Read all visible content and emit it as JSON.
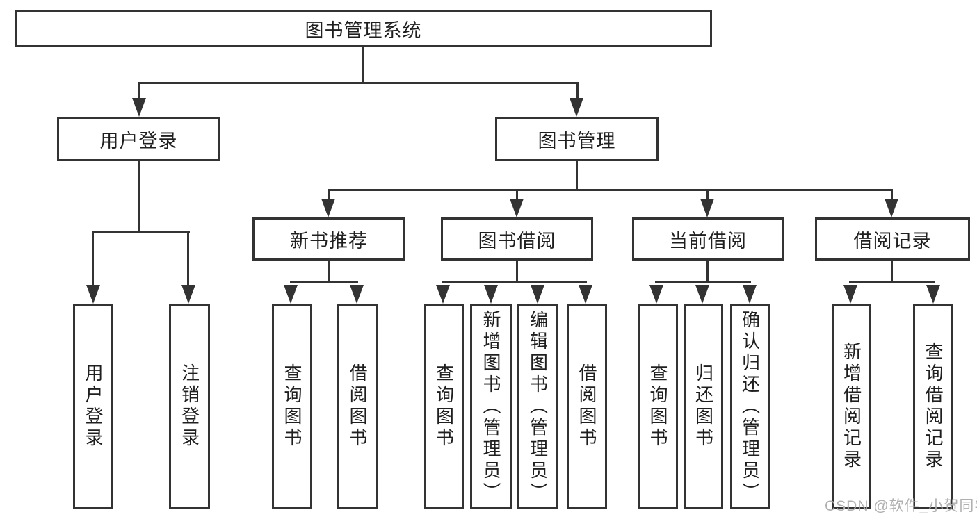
{
  "diagram": {
    "type": "hierarchy-tree",
    "tree": {
      "root": {
        "label": "图书管理系统",
        "children": [
          {
            "label": "用户登录",
            "children": [
              {
                "label": "用户登录"
              },
              {
                "label": "注销登录"
              }
            ]
          },
          {
            "label": "图书管理",
            "children": [
              {
                "label": "新书推荐",
                "children": [
                  {
                    "label": "查询图书"
                  },
                  {
                    "label": "借阅图书"
                  }
                ]
              },
              {
                "label": "图书借阅",
                "children": [
                  {
                    "label": "查询图书"
                  },
                  {
                    "label": "新增图书（管理员）"
                  },
                  {
                    "label": "编辑图书（管理员）"
                  },
                  {
                    "label": "借阅图书"
                  }
                ]
              },
              {
                "label": "当前借阅",
                "children": [
                  {
                    "label": "查询图书"
                  },
                  {
                    "label": "归还图书"
                  },
                  {
                    "label": "确认归还（管理员）"
                  }
                ]
              },
              {
                "label": "借阅记录",
                "children": [
                  {
                    "label": "新增借阅记录"
                  },
                  {
                    "label": "查询借阅记录"
                  }
                ]
              }
            ]
          }
        ]
      }
    }
  },
  "watermark": "CSDN @软件_小贺同学",
  "colors": {
    "line": "#333333",
    "text": "#1f1f1f",
    "watermark": "#b0b0b0",
    "background": "#ffffff"
  }
}
